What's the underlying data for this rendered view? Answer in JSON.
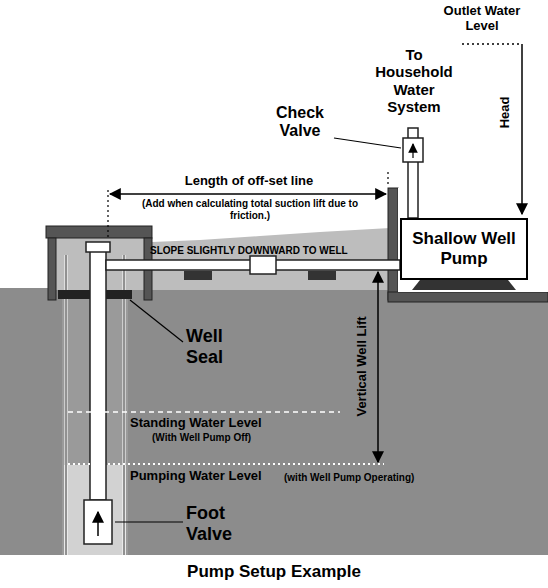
{
  "diagram": {
    "caption": "Pump Setup Example",
    "nodes": [
      {
        "text": [
          "Shallow Well Pump"
        ]
      }
    ],
    "labels": [
      "Outlet Water Level",
      "To Household Water System",
      "Head",
      "Check Valve",
      "Length of off-set line",
      "(Add when calculating total suction lift due to friction.)",
      "SLOPE SLIGHTLY DOWNWARD TO WELL",
      "Well Seal",
      "Vertical Well Lift",
      "Standing Water Level",
      "(With Well Pump Off)",
      "Pumping Water Level",
      "(with Well Pump Operating)",
      "Foot Valve"
    ]
  }
}
